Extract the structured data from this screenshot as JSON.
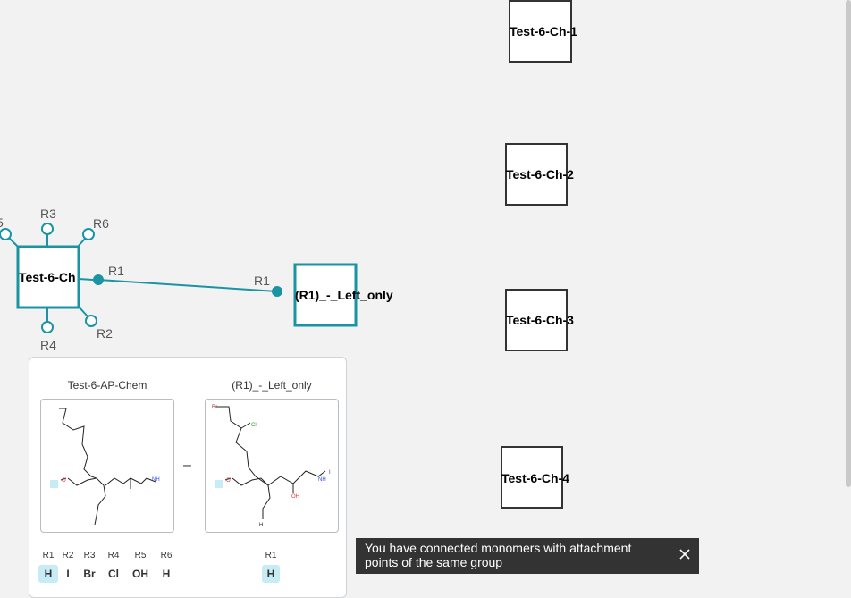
{
  "canvas": {
    "monomers": {
      "main": "Test-6-Ch",
      "left_only": "(R1)_-_Left_only",
      "ch1": "Test-6-Ch-1",
      "ch2": "Test-6-Ch-2",
      "ch3": "Test-6-Ch-3",
      "ch4": "Test-6-Ch-4"
    },
    "main_attachment_labels": {
      "r3": "R3",
      "r6": "R6",
      "r1": "R1",
      "r2": "R2",
      "r4": "R4",
      "r5_cut": "5"
    },
    "left_only_attachment_label": "R1"
  },
  "bond_panel": {
    "left_card": {
      "title": "Test-6-AP-Chem",
      "attachment_points": [
        {
          "name": "R1",
          "value": "H",
          "highlighted": true
        },
        {
          "name": "R2",
          "value": "I",
          "highlighted": false
        },
        {
          "name": "R3",
          "value": "Br",
          "highlighted": false
        },
        {
          "name": "R4",
          "value": "Cl",
          "highlighted": false
        },
        {
          "name": "R5",
          "value": "OH",
          "highlighted": false
        },
        {
          "name": "R6",
          "value": "H",
          "highlighted": false
        }
      ],
      "atom_labels": {
        "o": "O",
        "nh": "NH"
      }
    },
    "separator": "–",
    "right_card": {
      "title": "(R1)_-_Left_only",
      "attachment_points": [
        {
          "name": "R1",
          "value": "H",
          "highlighted": true
        }
      ],
      "atom_labels": {
        "br": "Br",
        "cl": "Cl",
        "o": "O",
        "nh": "NH",
        "i": "I",
        "oh": "OH",
        "h": "H"
      }
    }
  },
  "toast": {
    "message": "You have connected monomers with attachment points of the same group",
    "close_icon": "close-icon"
  },
  "colors": {
    "accent": "#1a93a3",
    "highlight": "#c8ecf6",
    "toast_bg": "#333333"
  }
}
